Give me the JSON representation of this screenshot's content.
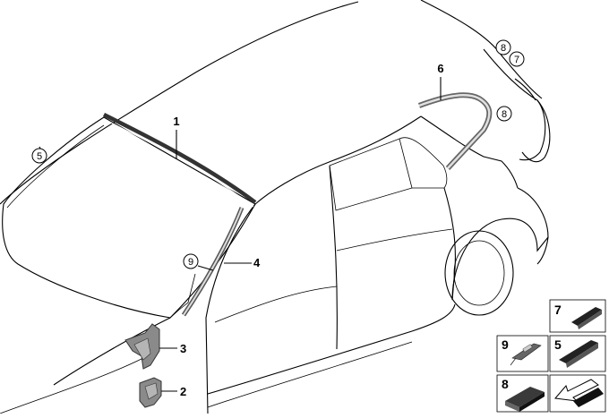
{
  "diagram": {
    "callouts": {
      "c1": "1",
      "c2": "2",
      "c3": "3",
      "c4": "4",
      "c5": "5",
      "c6": "6",
      "c7_circle": "7",
      "c8_circle_top": "8",
      "c8_circle_right": "8",
      "c9_circle": "9"
    },
    "kit_panel": {
      "items": [
        {
          "number": "7",
          "icon": "seal-strip-icon"
        },
        {
          "number": "9",
          "icon": "clip-icon"
        },
        {
          "number": "5",
          "icon": "seal-strip-icon"
        },
        {
          "number": "8",
          "icon": "pad-icon"
        },
        {
          "number": "",
          "icon": "arrow-icon"
        }
      ]
    }
  }
}
